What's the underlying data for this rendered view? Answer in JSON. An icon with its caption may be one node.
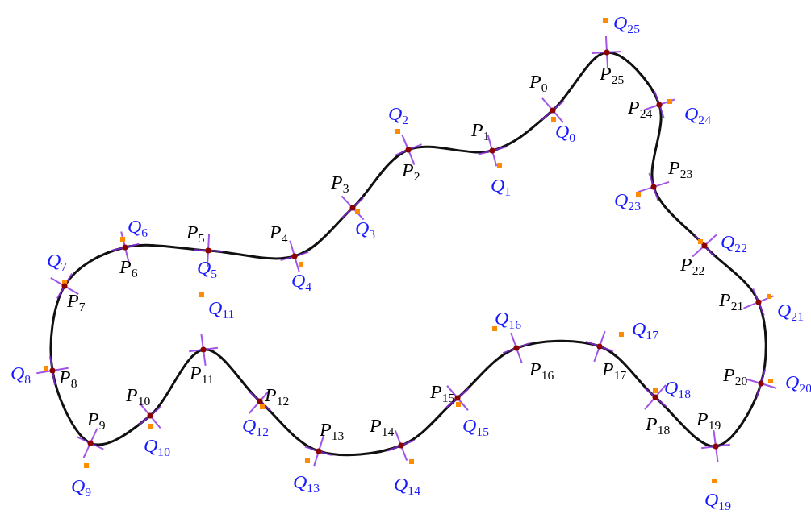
{
  "diagram": {
    "labels": [
      "*P*$_{0}$",
      "*Q*$_{0}$",
      "*P*$_{1}$",
      "*Q*$_{1}$",
      "*P*$_{2}$",
      "*Q*$_{2}$",
      "*P*$_{3}$",
      "*Q*$_{3}$",
      "*P*$_{4}$",
      "*Q*$_{4}$",
      "*P*$_{5}$",
      "*Q*$_{5}$",
      "*P*$_{6}$",
      "*Q*$_{6}$",
      "*P*$_{7}$",
      "*Q*$_{7}$",
      "*P*$_{8}$",
      "*Q*$_{8}$",
      "*P*$_{9}$",
      "*Q*$_{9}$",
      "*P*$_{10}$",
      "*Q*$_{10}$",
      "*P*$_{11}$",
      "*Q*$_{11}$",
      "*P*$_{12}$",
      "*Q*$_{12}$",
      "*P*$_{13}$",
      "*Q*$_{13}$",
      "*P*$_{14}$",
      "*Q*$_{14}$",
      "*P*$_{15}$",
      "*Q*$_{15}$",
      "*P*$_{16}$",
      "*Q*$_{16}$",
      "*P*$_{17}$",
      "*Q*$_{17}$",
      "*P*$_{18}$",
      "*Q*$_{18}$",
      "*P*$_{19}$",
      "*Q*$_{19}$",
      "*P*$_{20}$",
      "*Q*$_{20}$",
      "*P*$_{21}$",
      "*Q*$_{21}$",
      "*P*$_{22}$",
      "*Q*$_{22}$",
      "*P*$_{23}$",
      "*Q*$_{23}$",
      "*P*$_{24}$",
      "*Q*$_{24}$",
      "*P*$_{25}$",
      "*Q*$_{25}$"
    ]
  }
}
